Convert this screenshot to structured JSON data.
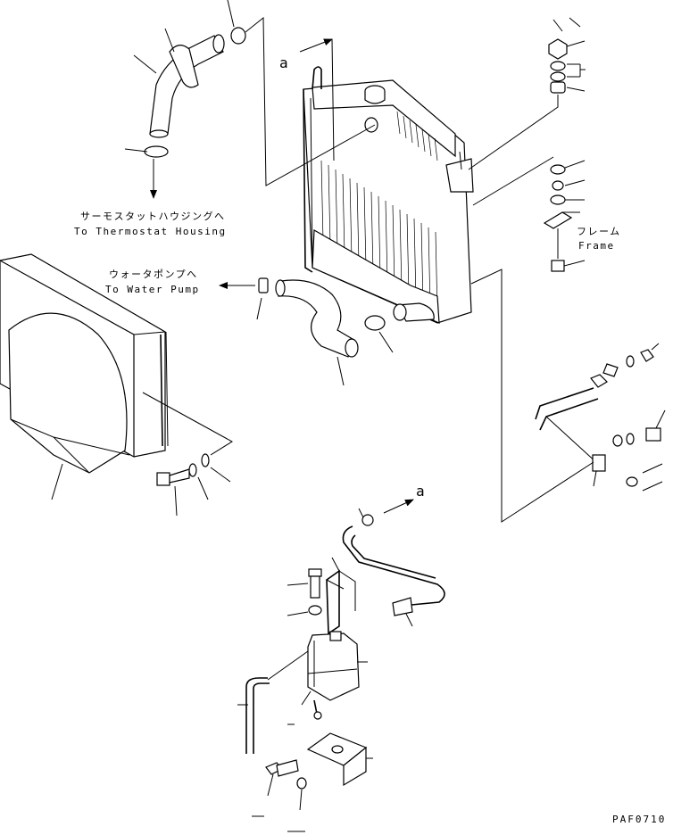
{
  "labels": {
    "thermostat_jp": "サーモスタットハウジングへ",
    "thermostat_en": "To Thermostat Housing",
    "water_pump_jp": "ウォータポンプへ",
    "water_pump_en": "To Water Pump",
    "frame_jp": "フレーム",
    "frame_en": "Frame",
    "arrow_a_upper": "a",
    "arrow_a_lower": "a",
    "drawing_code": "PAF0710"
  }
}
